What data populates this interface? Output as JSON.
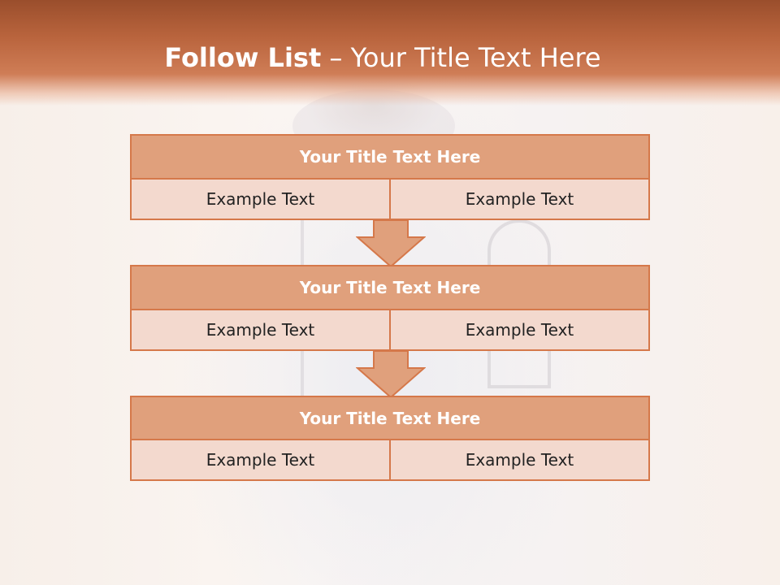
{
  "slide": {
    "title_bold": "Follow List",
    "title_rest": " – Your Title Text Here",
    "colors": {
      "header_band": "#b9643d",
      "box_header_fill": "#e0a07c",
      "box_cell_fill": "#f3d9ce",
      "box_border": "#d5784a"
    },
    "blocks": [
      {
        "header": "Your Title Text Here",
        "left": "Example Text",
        "right": "Example Text"
      },
      {
        "header": "Your Title Text Here",
        "left": "Example Text",
        "right": "Example Text"
      },
      {
        "header": "Your Title Text Here",
        "left": "Example Text",
        "right": "Example Text"
      }
    ],
    "arrow_icon": "down-arrow-icon"
  }
}
